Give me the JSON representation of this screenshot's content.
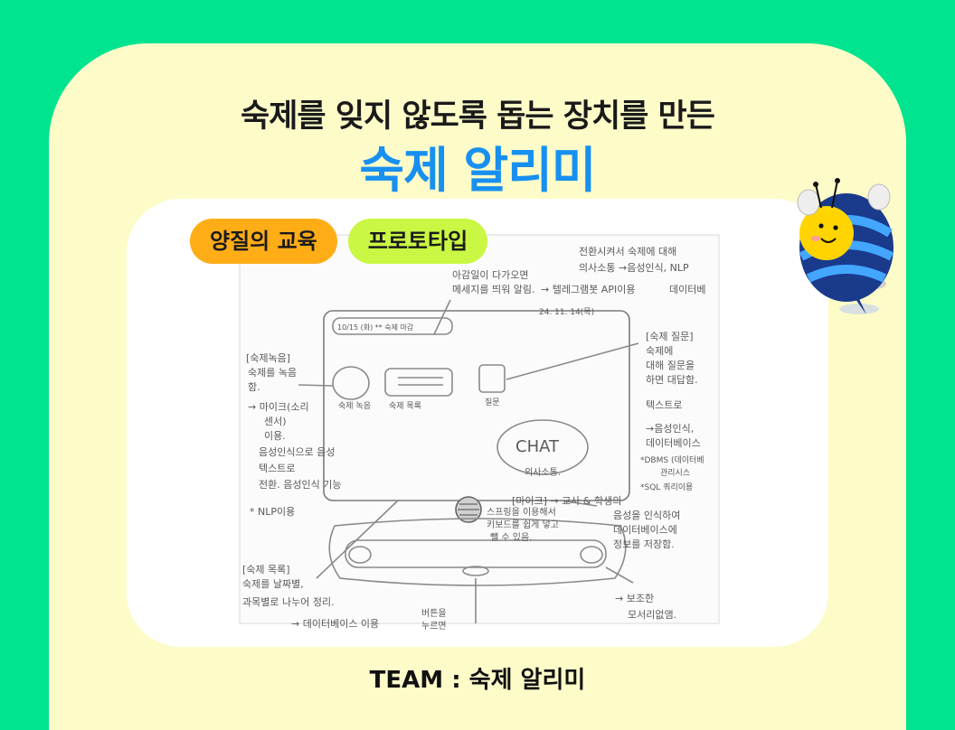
{
  "header": {
    "subtitle": "숙제를 잊지 않도록 돕는 장치를 만든",
    "title": "숙제 알리미"
  },
  "tags": [
    "양질의 교육",
    "프로토타입"
  ],
  "sketch": {
    "top_notes": [
      "아감일이 다가오면",
      "메세지를 띄워 알림.",
      "→ 텔레그램봇 API이용",
      "데이터베"
    ],
    "right_top_notes": [
      "전환시켜서 숙제에 대해",
      "의사소통 →음성인식, NLP"
    ],
    "screen_date": "24. 11. 14(목)",
    "banner": "10/15 (화) ** 숙제 마감",
    "buttons": {
      "record_label": "숙제 녹음",
      "list_label": "숙제 목록",
      "question_label": "질문"
    },
    "chat": "CHAT",
    "chat_caption": "의사소통.",
    "left_notes": [
      "[숙제녹음]",
      "숙제를 녹음",
      "함.",
      "→ 마이크(소리",
      "센서)",
      "이용.",
      "음성인식으로 음성",
      "텍스트로",
      "전환. 음성인식 기능",
      "* NLP이용"
    ],
    "right_notes": [
      "[숙제 질문]",
      "숙제에",
      "대해 질문을",
      "하면 대답함.",
      "텍스트로",
      "→음성인식,",
      "데이터베이스",
      "*DBMS (데이터베",
      "관리시스",
      "*SQL 쿼리이용"
    ],
    "mic_note": [
      "[마이크] → 교사 & 학생의",
      "음성을 인식하여",
      "데이터베이스에",
      "정보를 저장함."
    ],
    "speaker_note": [
      "스프링을 이용해서",
      "키보드를 쉽게 넣고",
      "뺄 수 있음."
    ],
    "list_notes": [
      "[숙제 목록]",
      "숙제를 날짜별,",
      "과목별로 나누어 정리.",
      "→ 데이터베이스 이용"
    ],
    "bottom_note": [
      "버튼을",
      "누르면"
    ],
    "corner_note": [
      "→ 보조한",
      "모서리없앰."
    ]
  },
  "footer": {
    "team": "TEAM : 숙제 알리미"
  },
  "colors": {
    "background": "#00e48f",
    "card": "#fdfcc9",
    "title": "#1890f0",
    "tag_orange": "#ffad17",
    "tag_green": "#c9f743"
  }
}
